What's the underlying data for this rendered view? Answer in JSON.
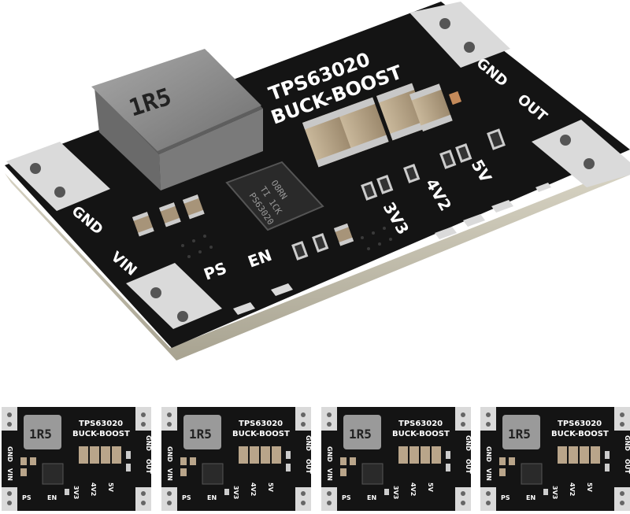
{
  "board": {
    "chip_name": "TPS63020",
    "topology": "BUCK-BOOST",
    "inductor_marking": "1R5",
    "ic_marking": "PS63020",
    "ic_marking_line2": "TI 1CK",
    "ic_marking_line3": "O8RN",
    "pins": {
      "gnd_left": "GND",
      "vin": "VIN",
      "ps": "PS",
      "en": "EN",
      "gnd_right": "GND",
      "out": "OUT"
    },
    "voltage_options": [
      "3V3",
      "4V2",
      "5V"
    ],
    "colors": {
      "pcb": "#141414",
      "pad": "#d9d9d9",
      "inductor": "#8c8c8c",
      "capacitor": "#b9a58a",
      "silkscreen": "#ffffff"
    }
  },
  "thumbnails": [
    {
      "id": "variant-1"
    },
    {
      "id": "variant-2"
    },
    {
      "id": "variant-3"
    },
    {
      "id": "variant-4"
    }
  ]
}
